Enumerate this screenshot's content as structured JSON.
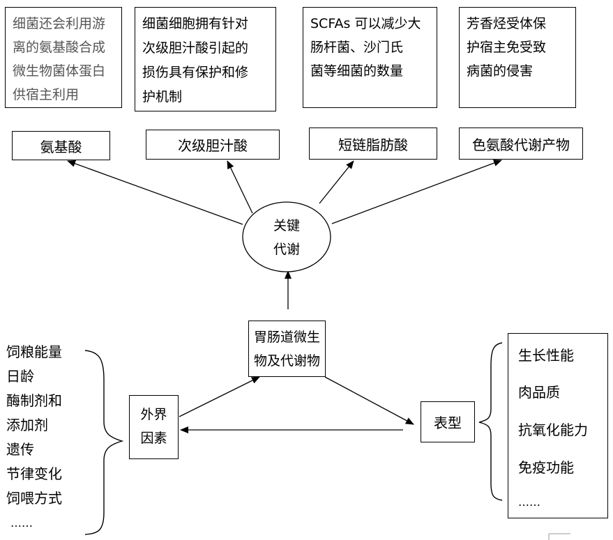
{
  "top_descriptions": [
    {
      "id": "amino",
      "lines": [
        "细菌还会利用游",
        "离的氨基酸合成",
        "微生物菌体蛋白",
        "供宿主利用"
      ]
    },
    {
      "id": "bile",
      "lines": [
        "细菌细胞拥有针对",
        "次级胆汁酸引起的",
        "损伤具有保护和修",
        "护机制"
      ]
    },
    {
      "id": "scfa",
      "lines": [
        "SCFAs 可以减少大",
        "肠杆菌、沙门氏",
        "菌等细菌的数量"
      ]
    },
    {
      "id": "trp",
      "lines": [
        "芳香烃受体保",
        "护宿主免受致",
        "病菌的侵害"
      ]
    }
  ],
  "metabolites": [
    "氨基酸",
    "次级胆汁酸",
    "短链脂肪酸",
    "色氨酸代谢产物"
  ],
  "key_metabolism": [
    "关键",
    "代谢"
  ],
  "gut_microbiota": [
    "胃肠道微生",
    "物及代谢物"
  ],
  "external_factors": [
    "外界",
    "因素"
  ],
  "phenotype": "表型",
  "factor_list": [
    "饲粮能量",
    "日龄",
    "酶制剂和",
    "添加剂",
    "遗传",
    "节律变化",
    "饲喂方式",
    "……"
  ],
  "phenotype_list": [
    "生长性能",
    "肉品质",
    "抗氧化能力",
    "免疫功能",
    "……"
  ]
}
